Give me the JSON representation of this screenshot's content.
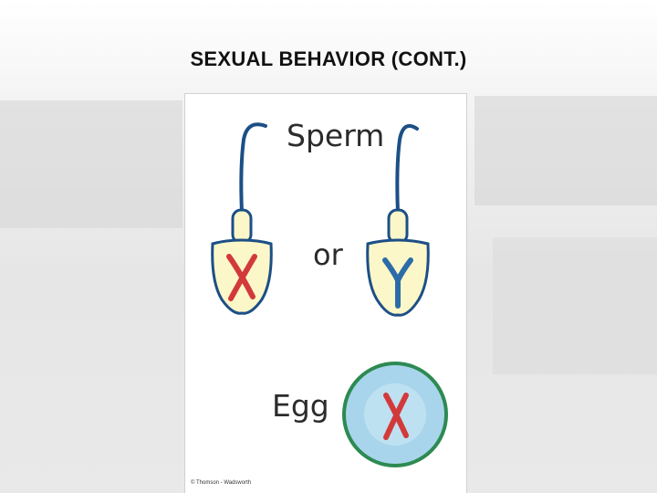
{
  "slide": {
    "title": "SEXUAL BEHAVIOR (CONT.)"
  },
  "figure": {
    "labels": {
      "sperm": "Sperm",
      "or": "or",
      "egg": "Egg"
    },
    "credit": "© Thomson - Wadsworth",
    "chromosomes": {
      "left_sperm": "X",
      "right_sperm": "Y",
      "egg": "X"
    }
  },
  "colors": {
    "outline": "#1c4f86",
    "sperm_fill": "#fcf7c8",
    "chromosome_x": "#d23a3a",
    "chromosome_y": "#2b6ca8",
    "egg_fill": "#a9d5ec",
    "egg_outline": "#2d8a52"
  }
}
